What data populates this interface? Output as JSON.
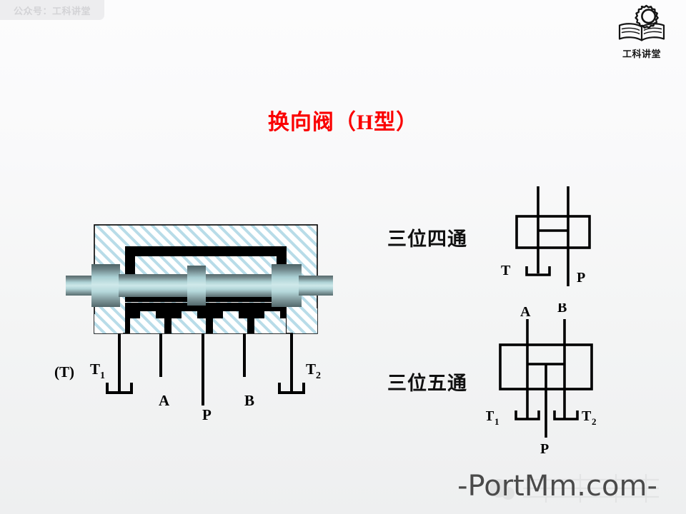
{
  "badge": {
    "text": "公众号：工科讲堂"
  },
  "logo": {
    "name": "工科讲堂",
    "icon": "gear-book-logo"
  },
  "title": {
    "text": "换向阀（H型）"
  },
  "colors": {
    "title_red": "#fa0000",
    "hatch_blue": "#b8dce8",
    "spool_dark": "#5a6e70",
    "spool_light": "#c5e4e6",
    "line_black": "#000000",
    "badge_text": "#d3d3d6",
    "watermark_gray": "#4a4a4a"
  },
  "valve_section": {
    "name": "valve-cross-section",
    "port_labels": {
      "tank_alias": "(T)",
      "t1": "T",
      "t1_sub": "1",
      "a": "A",
      "p": "P",
      "b": "B",
      "t2": "T",
      "t2_sub": "2"
    }
  },
  "symbols": [
    {
      "id": "4way",
      "caption": "三位四通",
      "ports": {
        "t": "T",
        "p": "P"
      }
    },
    {
      "id": "5way",
      "caption": "三位五通",
      "ports": {
        "a": "A",
        "b": "B",
        "t1": "T",
        "t1_sub": "1",
        "t2": "T",
        "t2_sub": "2",
        "p": "P"
      }
    }
  ],
  "watermark": {
    "text": "-PortMm.com-"
  }
}
